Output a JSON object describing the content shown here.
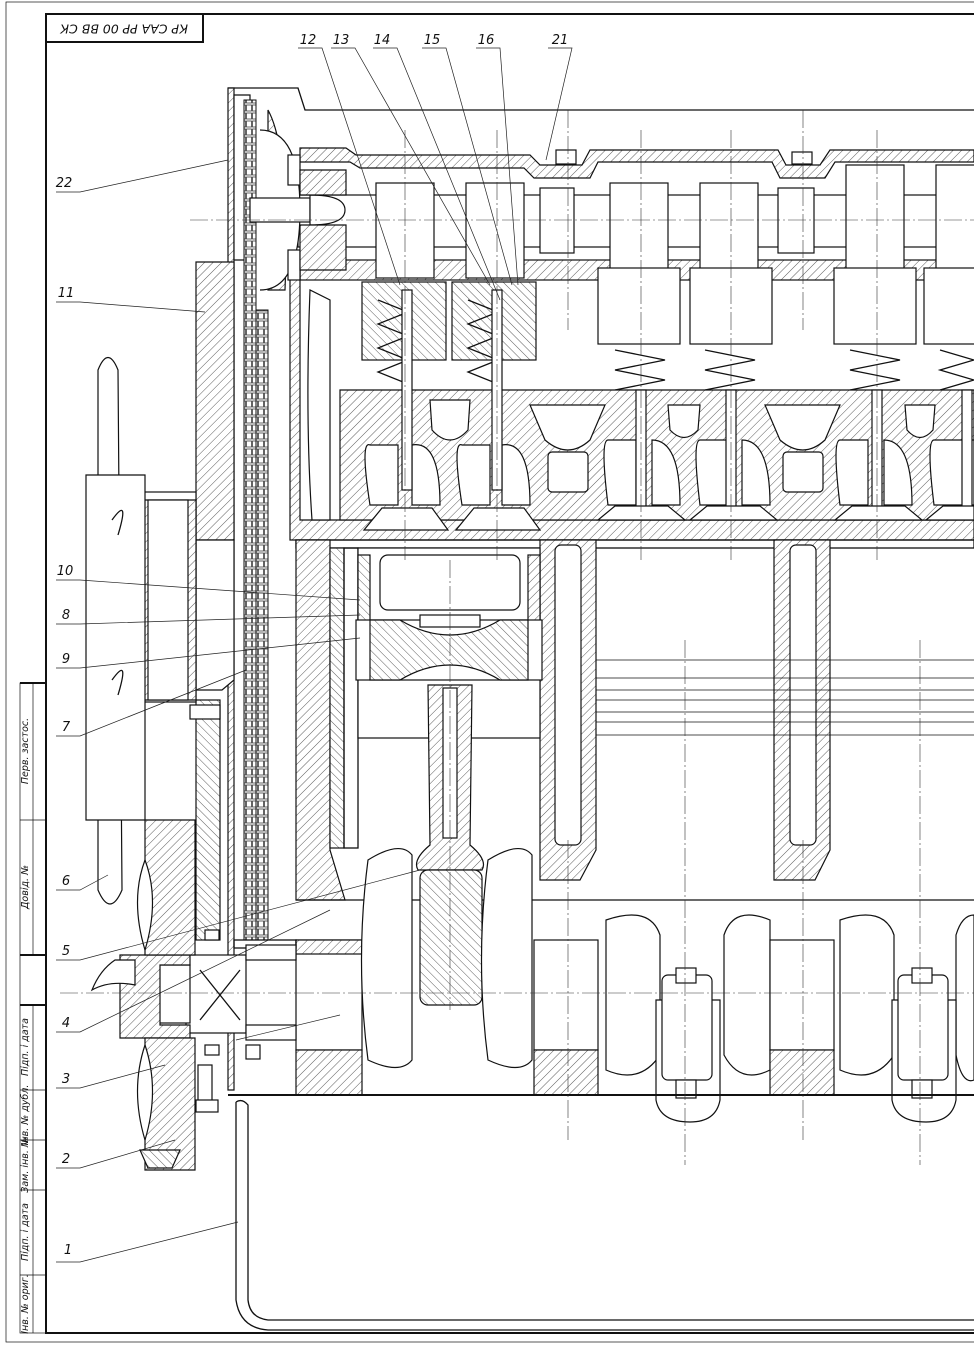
{
  "stamp": {
    "designation": "КР САА РР 00 ВВ СК"
  },
  "callouts": [
    {
      "id": "c1",
      "label": "1"
    },
    {
      "id": "c2",
      "label": "2"
    },
    {
      "id": "c3",
      "label": "3"
    },
    {
      "id": "c4",
      "label": "4"
    },
    {
      "id": "c5",
      "label": "5"
    },
    {
      "id": "c6",
      "label": "6"
    },
    {
      "id": "c7",
      "label": "7"
    },
    {
      "id": "c8",
      "label": "8"
    },
    {
      "id": "c9",
      "label": "9"
    },
    {
      "id": "c10",
      "label": "10"
    },
    {
      "id": "c11",
      "label": "11"
    },
    {
      "id": "c12",
      "label": "12"
    },
    {
      "id": "c13",
      "label": "13"
    },
    {
      "id": "c14",
      "label": "14"
    },
    {
      "id": "c15",
      "label": "15"
    },
    {
      "id": "c16",
      "label": "16"
    },
    {
      "id": "c21",
      "label": "21"
    },
    {
      "id": "c22",
      "label": "22"
    }
  ],
  "side_table": {
    "perv_zastos": "Перв. застос.",
    "dovid": "Довід. №",
    "pidp_data_1": "Підп. і дата",
    "inv_dubl": "Інв. № дубл.",
    "zam_inv": "Зам. інв. №",
    "pidp_data_2": "Підп. і дата",
    "inv_orig": "Інв. № ориг."
  }
}
